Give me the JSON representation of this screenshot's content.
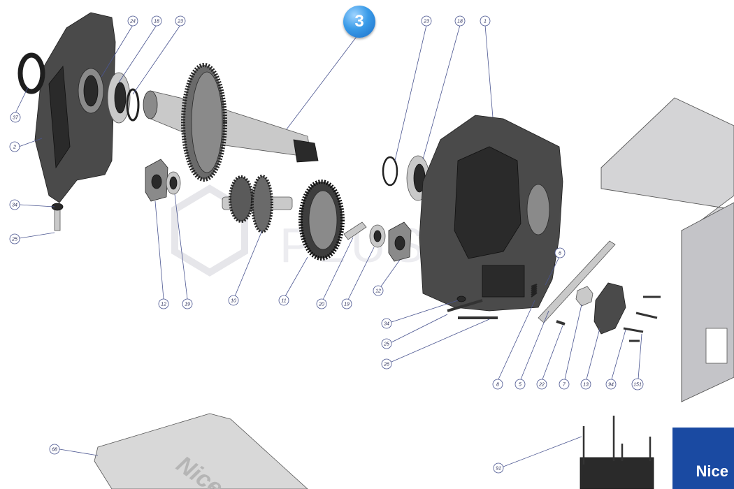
{
  "step_badge": {
    "label": "3"
  },
  "brand": {
    "logo_text": "Nice",
    "cover_text": "Nice",
    "accent_color": "#1a4aa2",
    "badge_color": "#3a9be8"
  },
  "watermark": {
    "text": "PLUSCOM"
  },
  "callouts": [
    {
      "id": "c24",
      "label": "24"
    },
    {
      "id": "c18a",
      "label": "18"
    },
    {
      "id": "c23a",
      "label": "23"
    },
    {
      "id": "c37",
      "label": "37"
    },
    {
      "id": "c2",
      "label": "2"
    },
    {
      "id": "c34a",
      "label": "34"
    },
    {
      "id": "c25a",
      "label": "25"
    },
    {
      "id": "c23b",
      "label": "23"
    },
    {
      "id": "c18b",
      "label": "18"
    },
    {
      "id": "c1",
      "label": "1"
    },
    {
      "id": "c6",
      "label": "6"
    },
    {
      "id": "c12a",
      "label": "12"
    },
    {
      "id": "c19a",
      "label": "19"
    },
    {
      "id": "c10",
      "label": "10"
    },
    {
      "id": "c11",
      "label": "11"
    },
    {
      "id": "c20",
      "label": "20"
    },
    {
      "id": "c19b",
      "label": "19"
    },
    {
      "id": "c12b",
      "label": "12"
    },
    {
      "id": "c34b",
      "label": "34"
    },
    {
      "id": "c25b",
      "label": "25"
    },
    {
      "id": "c26",
      "label": "26"
    },
    {
      "id": "c8",
      "label": "8"
    },
    {
      "id": "c5",
      "label": "5"
    },
    {
      "id": "c22",
      "label": "22"
    },
    {
      "id": "c7",
      "label": "7"
    },
    {
      "id": "c13",
      "label": "13"
    },
    {
      "id": "c94",
      "label": "94"
    },
    {
      "id": "c151",
      "label": "151"
    },
    {
      "id": "c68",
      "label": "68"
    },
    {
      "id": "c91",
      "label": "91"
    }
  ]
}
